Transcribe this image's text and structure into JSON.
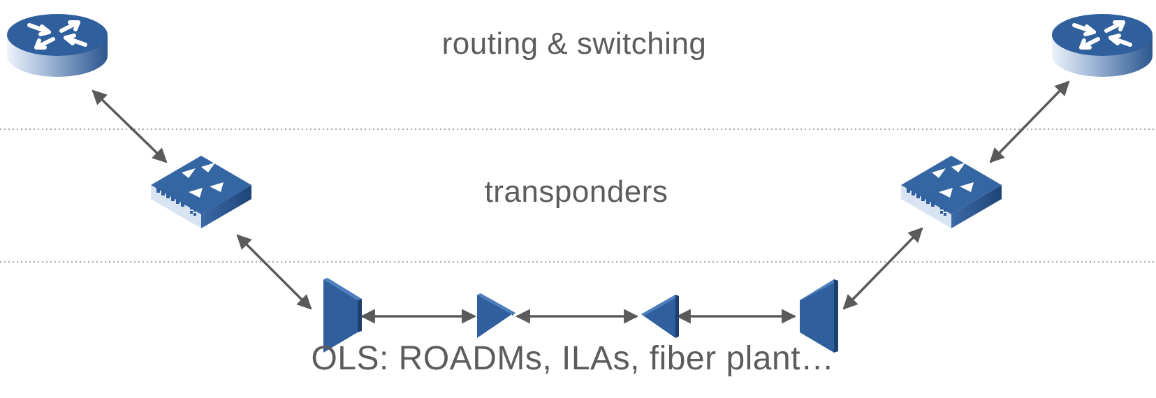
{
  "layers": {
    "routing": "routing & switching",
    "transponders": "transponders",
    "ols": "OLS: ROADMs, ILAs, fiber plant…"
  },
  "devices": {
    "routers": [
      "router-icon",
      "router-icon"
    ],
    "transponders": [
      "transponder-icon",
      "transponder-icon"
    ],
    "roadms": [
      "roadm-icon",
      "roadm-icon"
    ],
    "amplifiers": [
      "amplifier-icon",
      "amplifier-icon"
    ]
  },
  "colors": {
    "device_blue": "#2f5f9c",
    "device_dark": "#1c3f6e",
    "arrow": "#5a5a5a",
    "label": "#5c5c5c",
    "divider": "#8a8a8a"
  }
}
